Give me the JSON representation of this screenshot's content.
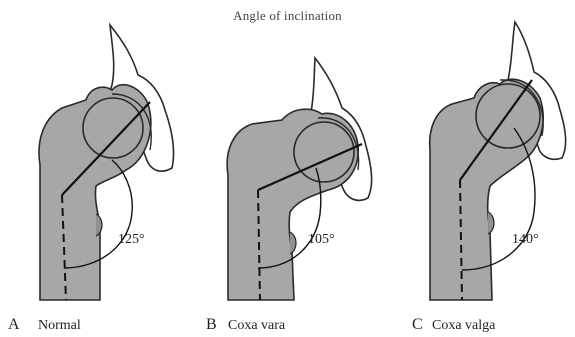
{
  "title": "Angle of inclination",
  "panels": [
    {
      "letter": "A",
      "name": "Normal",
      "angle": "125°"
    },
    {
      "letter": "B",
      "name": "Coxa vara",
      "angle": "105°"
    },
    {
      "letter": "C",
      "name": "Coxa valga",
      "angle": "140°"
    }
  ],
  "colors": {
    "bone": "#a7a7a7",
    "outline": "#2a2a2a",
    "pelvis": "#ffffff"
  }
}
